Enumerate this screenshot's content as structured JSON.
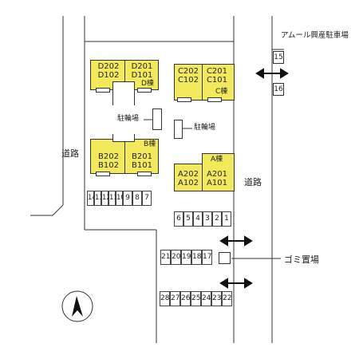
{
  "labels": {
    "road_left": "道路",
    "road_right": "道路",
    "parking_external": "アムール興産駐車場",
    "bike_parking_1": "駐輪場",
    "bike_parking_2": "駐輪場",
    "garbage": "ゴミ置場"
  },
  "buildings": {
    "D": {
      "tag": "D棟",
      "units_left": [
        "D202",
        "D102"
      ],
      "units_right": [
        "D201",
        "D101"
      ]
    },
    "C": {
      "tag": "C棟",
      "units_left": [
        "C202",
        "C102"
      ],
      "units_right": [
        "C201",
        "C101"
      ]
    },
    "B": {
      "tag": "B棟",
      "units_left": [
        "B202",
        "B102"
      ],
      "units_right": [
        "B201",
        "B101"
      ]
    },
    "A": {
      "tag": "A棟",
      "units_left": [
        "A202",
        "A102"
      ],
      "units_right": [
        "A201",
        "A101"
      ]
    }
  },
  "parking": {
    "row_left": [
      "14",
      "13",
      "12",
      "11",
      "10",
      "9",
      "8",
      "7"
    ],
    "row_mid": [
      "6",
      "5",
      "4",
      "3",
      "2",
      "1"
    ],
    "row_17_21": [
      "21",
      "20",
      "19",
      "18",
      "17"
    ],
    "row_22_28": [
      "28",
      "27",
      "26",
      "25",
      "24",
      "23",
      "22"
    ],
    "external": [
      "15",
      "16"
    ]
  },
  "colors": {
    "building": "#f2ea5a",
    "line": "#333333"
  }
}
